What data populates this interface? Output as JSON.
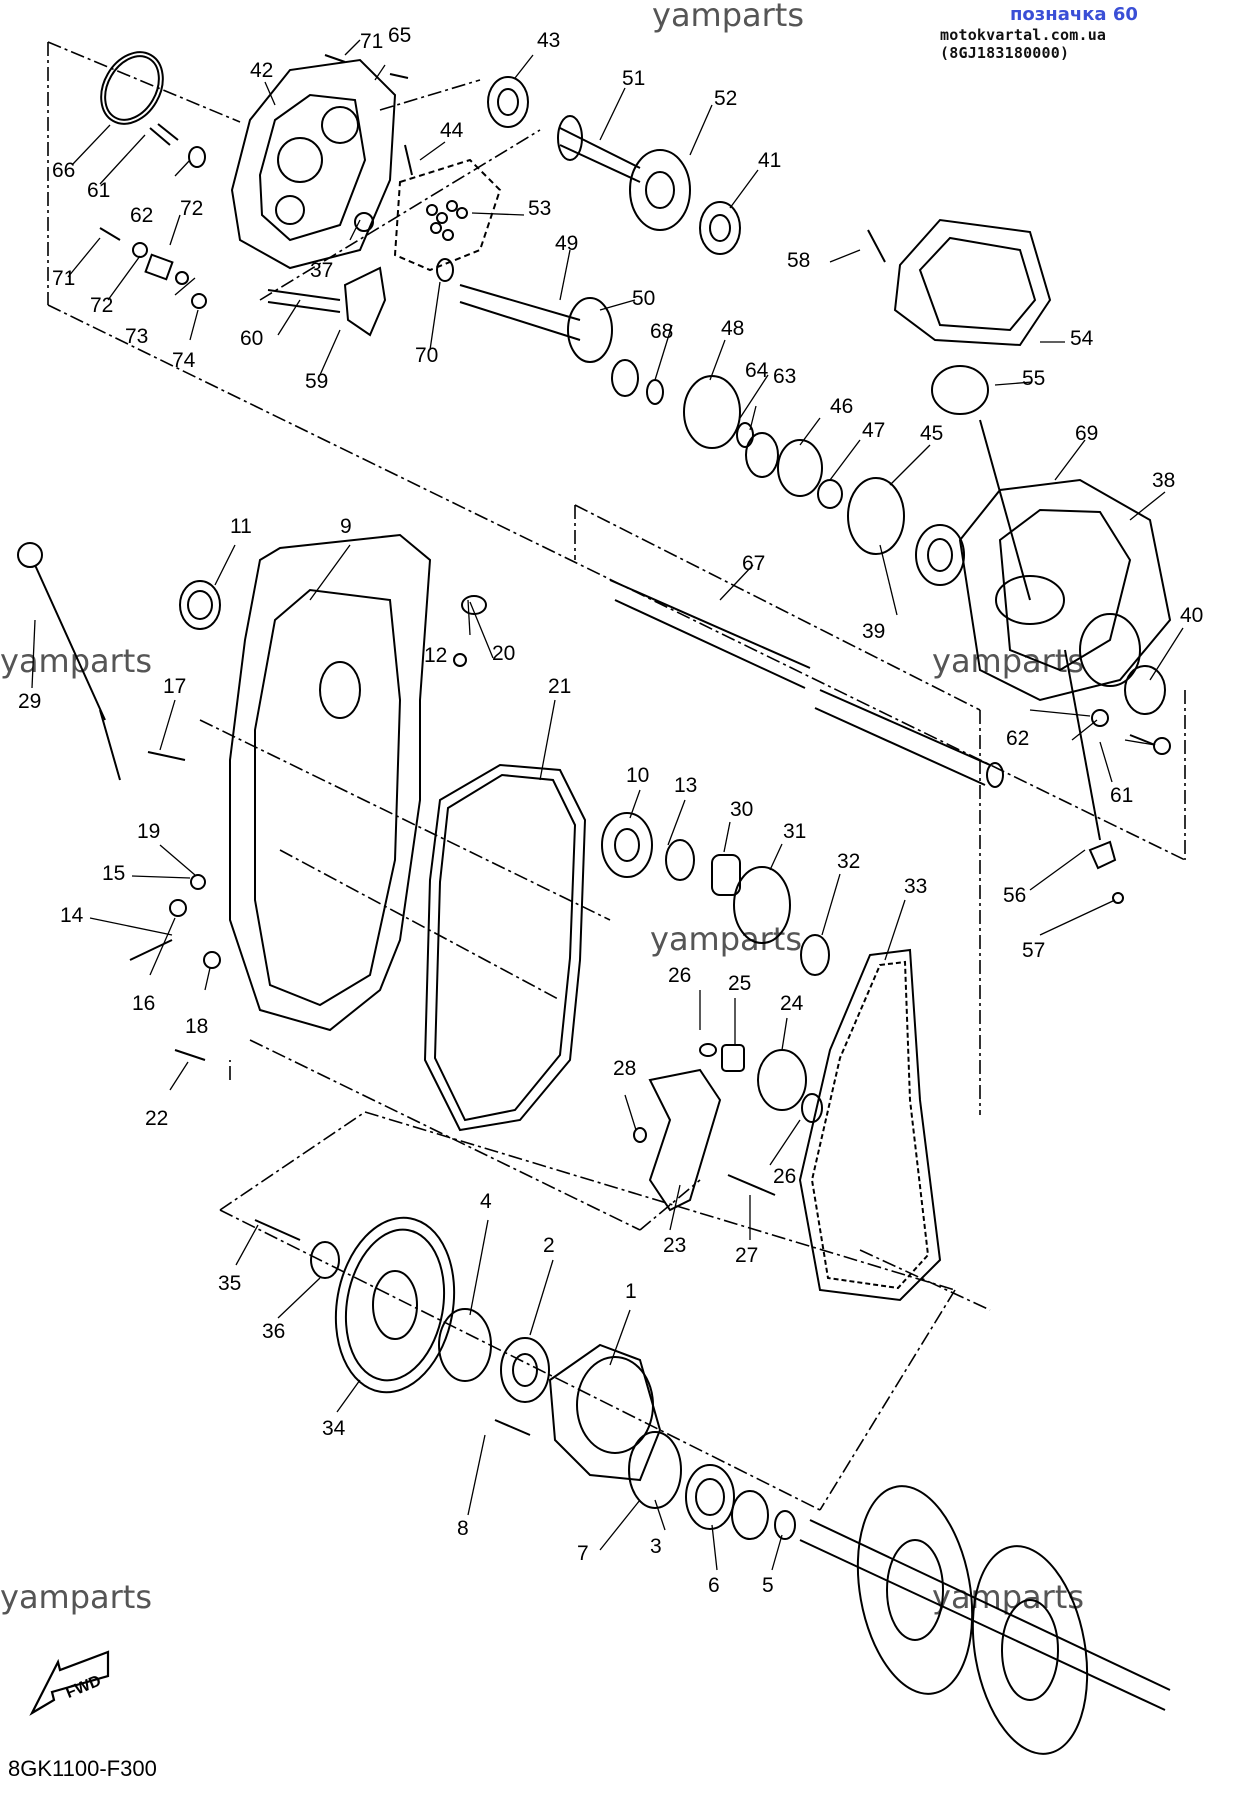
{
  "header": {
    "ref_label": "позначка 60",
    "source_line": "motokvartal.com.ua (8GJ183180000)"
  },
  "watermarks": [
    "yamparts",
    "yamparts",
    "yamparts",
    "yamparts",
    "yamparts",
    "yamparts"
  ],
  "diagram_code": "8GK1100-F300",
  "fwd_label": "FWD",
  "callouts": [
    "1",
    "2",
    "3",
    "4",
    "5",
    "6",
    "7",
    "8",
    "9",
    "10",
    "11",
    "12",
    "13",
    "14",
    "15",
    "16",
    "17",
    "18",
    "19",
    "20",
    "21",
    "22",
    "23",
    "24",
    "25",
    "26",
    "26",
    "27",
    "28",
    "29",
    "30",
    "31",
    "32",
    "33",
    "34",
    "35",
    "36",
    "37",
    "38",
    "39",
    "40",
    "41",
    "42",
    "43",
    "44",
    "45",
    "46",
    "47",
    "48",
    "49",
    "50",
    "51",
    "52",
    "53",
    "54",
    "55",
    "56",
    "57",
    "58",
    "59",
    "60",
    "61",
    "61",
    "62",
    "62",
    "63",
    "64",
    "65",
    "66",
    "67",
    "68",
    "69",
    "70",
    "71",
    "71",
    "72",
    "72",
    "73",
    "74"
  ]
}
